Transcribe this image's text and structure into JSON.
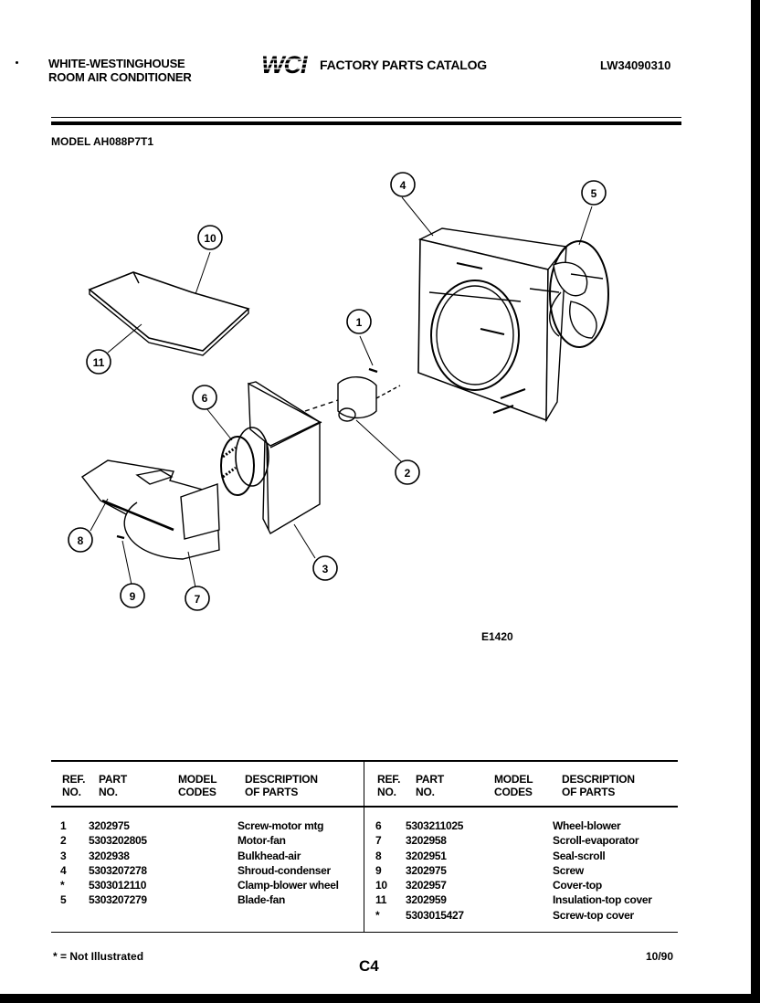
{
  "header": {
    "brand_line1": "WHITE-WESTINGHOUSE",
    "brand_line2": "ROOM AIR CONDITIONER",
    "logo_text": "WCI",
    "catalog_title": "FACTORY PARTS CATALOG",
    "catalog_code": "LW34090310",
    "model": "MODEL AH088P7T1"
  },
  "diagram": {
    "code": "E1420",
    "callouts": [
      "1",
      "2",
      "3",
      "4",
      "5",
      "6",
      "7",
      "8",
      "9",
      "10",
      "11"
    ]
  },
  "table": {
    "headers": {
      "ref_no": [
        "REF.",
        "NO."
      ],
      "part_no": [
        "PART",
        "NO."
      ],
      "model_codes": [
        "MODEL",
        "CODES"
      ],
      "description": [
        "DESCRIPTION",
        "OF PARTS"
      ]
    },
    "left": [
      {
        "ref": "1",
        "part": "3202975",
        "desc": "Screw-motor mtg"
      },
      {
        "ref": "2",
        "part": "5303202805",
        "desc": "Motor-fan"
      },
      {
        "ref": "3",
        "part": "3202938",
        "desc": "Bulkhead-air"
      },
      {
        "ref": "4",
        "part": "5303207278",
        "desc": "Shroud-condenser"
      },
      {
        "ref": "*",
        "part": "5303012110",
        "desc": "Clamp-blower wheel"
      },
      {
        "ref": "5",
        "part": "5303207279",
        "desc": "Blade-fan"
      }
    ],
    "right": [
      {
        "ref": "6",
        "part": "5303211025",
        "desc": "Wheel-blower"
      },
      {
        "ref": "7",
        "part": "3202958",
        "desc": "Scroll-evaporator"
      },
      {
        "ref": "8",
        "part": "3202951",
        "desc": "Seal-scroll"
      },
      {
        "ref": "9",
        "part": "3202975",
        "desc": "Screw"
      },
      {
        "ref": "10",
        "part": "3202957",
        "desc": "Cover-top"
      },
      {
        "ref": "11",
        "part": "3202959",
        "desc": "Insulation-top cover"
      },
      {
        "ref": "*",
        "part": "5303015427",
        "desc": "Screw-top cover"
      }
    ]
  },
  "footer": {
    "note": "* = Not Illustrated",
    "page": "C4",
    "date": "10/90"
  }
}
